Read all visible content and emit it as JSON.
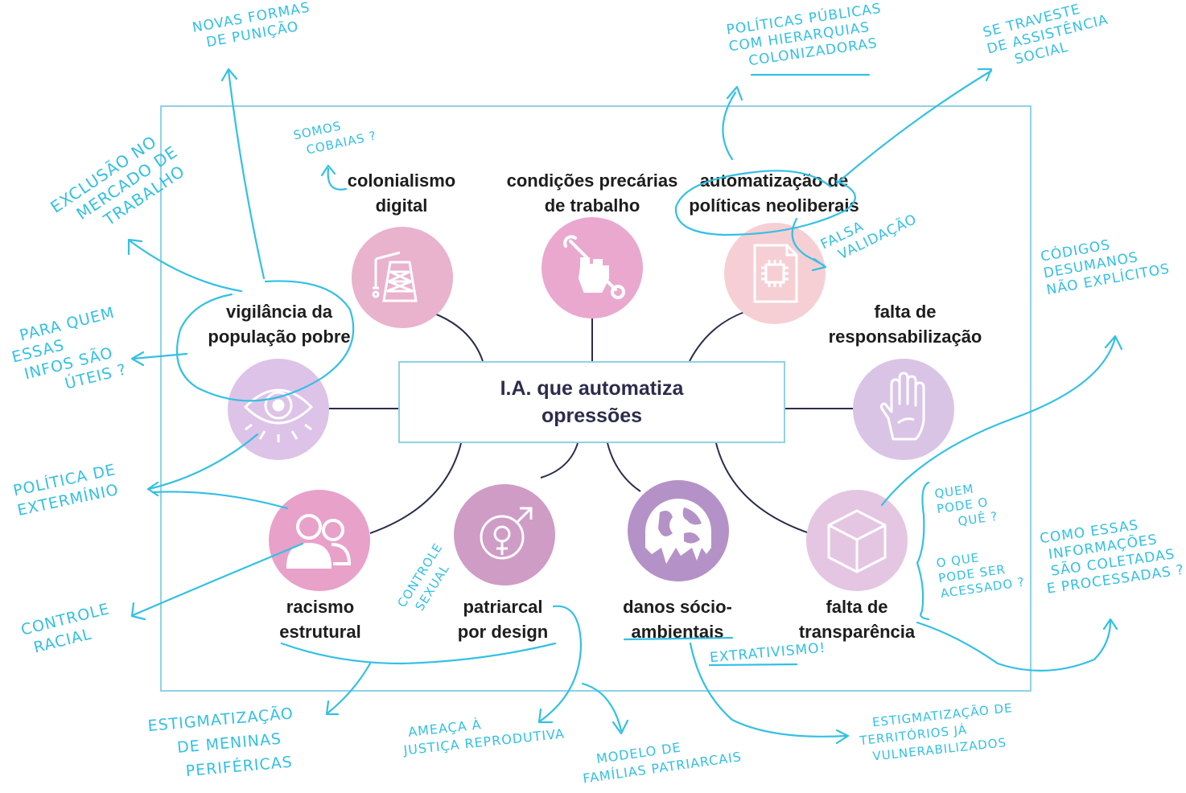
{
  "center": {
    "line1": "I.A. que automatiza",
    "line2": "opressões"
  },
  "nodes": [
    {
      "id": "colonialismo",
      "line1": "colonialismo",
      "line2": "digital",
      "color": "#e9b2cd",
      "icon": "oil-derrick-icon"
    },
    {
      "id": "trabalho",
      "line1": "condições precárias",
      "line2": "de trabalho",
      "color": "#eaa8cf",
      "icon": "fist-wrench-icon"
    },
    {
      "id": "neoliberais",
      "line1": "automatização de",
      "line2": "políticas neoliberais",
      "color": "#f6cfd4",
      "icon": "document-chip-icon"
    },
    {
      "id": "vigilancia",
      "line1": "vigilância da",
      "line2": "população pobre",
      "color": "#ddc3e8",
      "icon": "eye-icon"
    },
    {
      "id": "responsabilizacao",
      "line1": "falta de",
      "line2": "responsabilização",
      "color": "#dac4e6",
      "icon": "hand-icon"
    },
    {
      "id": "racismo",
      "line1": "racismo",
      "line2": "estrutural",
      "color": "#e8a1c9",
      "icon": "people-icon"
    },
    {
      "id": "patriarcal",
      "line1": "patriarcal",
      "line2": "por design",
      "color": "#cf9cc6",
      "icon": "gender-symbols-icon"
    },
    {
      "id": "socioambientais",
      "line1": "danos sócio-",
      "line2": "ambientais",
      "color": "#b492c7",
      "icon": "melting-earth-icon"
    },
    {
      "id": "transparencia",
      "line1": "falta de",
      "line2": "transparência",
      "color": "#e4c6e2",
      "icon": "cube-icon"
    }
  ],
  "notes": {
    "novas_formas": [
      "NOVAS FORMAS",
      "DE PUNIÇÃO"
    ],
    "politicas_publicas": [
      "POLÍTICAS PÚBLICAS",
      "COM HIERARQUIAS",
      "COLONIZADORAS"
    ],
    "se_traveste": [
      "SE TRAVESTE",
      "DE ASSISTÊNCIA",
      "SOCIAL"
    ],
    "somos_cobaias": [
      "SOMOS",
      "COBAIAS ?"
    ],
    "exclusao": [
      "EXCLUSÃO NO",
      "MERCADO DE",
      "TRABALHO"
    ],
    "falsa_validacao": [
      "FALSA",
      "VALIDAÇÃO"
    ],
    "codigos": [
      "CÓDIGOS",
      "DESUMANOS",
      "NÃO EXPLÍCITOS"
    ],
    "para_quem": [
      "PARA QUEM",
      "ESSAS",
      "INFOS SÃO",
      "ÚTEIS ?"
    ],
    "politica_exterminio": [
      "POLÍTICA DE",
      "EXTERMÍNIO"
    ],
    "controle_racial": [
      "CONTROLE",
      "RACIAL"
    ],
    "controle_sexual": [
      "CONTROLE",
      "SEXUAL"
    ],
    "quem_pode": [
      "QUEM",
      "PODE O",
      "QUÊ ?"
    ],
    "o_que_pode": [
      "O QUE",
      "PODE SER",
      "ACESSADO ?"
    ],
    "como_essas": [
      "COMO ESSAS",
      "INFORMAÇÕES",
      "SÃO COLETADAS",
      "E PROCESSADAS ?"
    ],
    "extrativismo": [
      "EXTRATIVISMO!"
    ],
    "estigmatizacao_meninas": [
      "ESTIGMATIZAÇÃO",
      "DE MENINAS",
      "PERIFÉRICAS"
    ],
    "ameaca": [
      "AMEAÇA À",
      "JUSTIÇA REPRODUTIVA"
    ],
    "modelo": [
      "MODELO DE",
      "FAMÍLIAS PATRIARCAIS"
    ],
    "estigmatizacao_territorios": [
      "ESTIGMATIZAÇÃO DE",
      "TERRITÓRIOS JÁ",
      "VULNERABILIZADOS"
    ]
  },
  "colors": {
    "frame": "#8fd2e6",
    "ink": "#33c0e4",
    "connector": "#2c2c4e"
  }
}
